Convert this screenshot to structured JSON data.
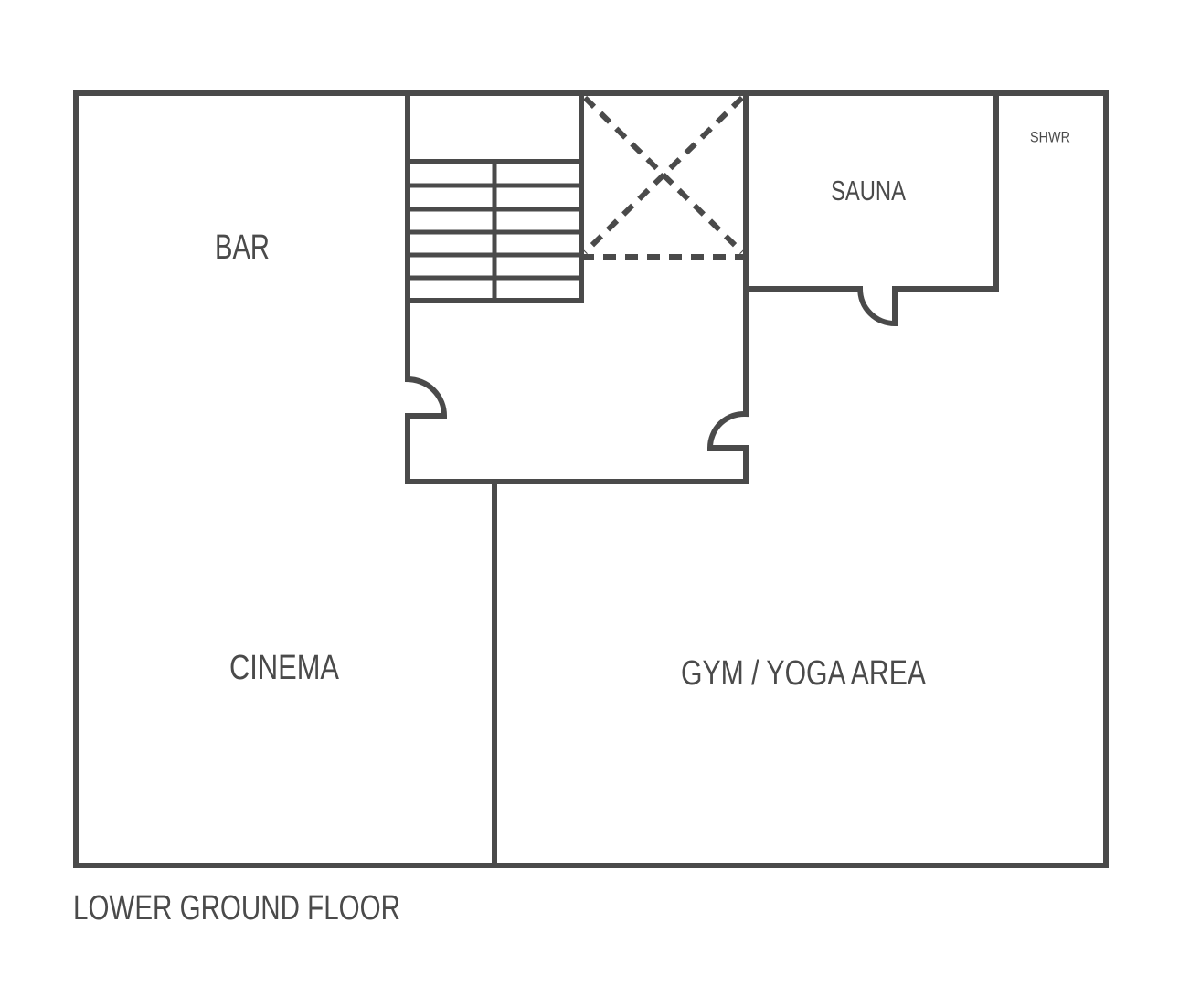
{
  "floor_title": "LOWER GROUND FLOOR",
  "rooms": {
    "bar": "BAR",
    "cinema": "CINEMA",
    "sauna": "SAUNA",
    "shower": "SHWR",
    "gym": "GYM / YOGA AREA"
  },
  "colors": {
    "line": "#4a4a4a",
    "background": "#ffffff"
  }
}
